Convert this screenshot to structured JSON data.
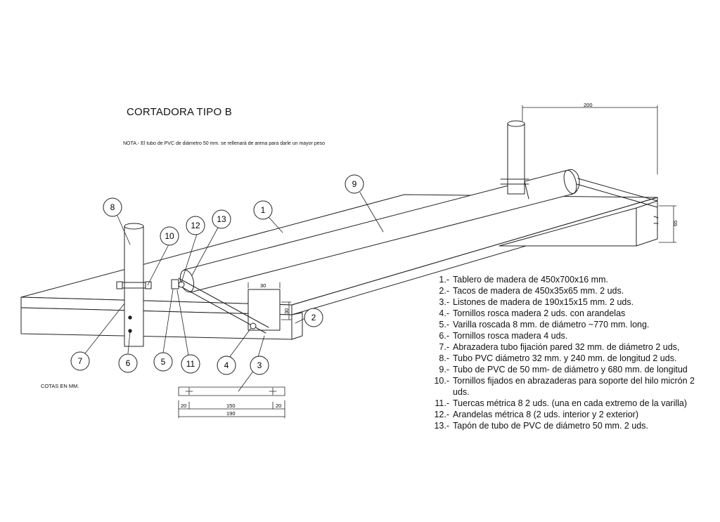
{
  "title": "CORTADORA TIPO B",
  "note": "NOTA.- El tubo de PVC de diámetro 50 mm. se rellenará de arena para darle un mayor peso",
  "units_label": "COTAS EN MM.",
  "dimensions": {
    "top_width": "200",
    "side_height": "65",
    "block_width": "30",
    "block_height": "30",
    "strip_left": "20",
    "strip_middle": "150",
    "strip_right": "20",
    "strip_total": "190"
  },
  "callouts": [
    "1",
    "2",
    "3",
    "4",
    "5",
    "6",
    "7",
    "8",
    "9",
    "10",
    "11",
    "12",
    "13"
  ],
  "parts": [
    {
      "num": "1.-",
      "text": "Tablero de madera de 450x700x16 mm."
    },
    {
      "num": "2.-",
      "text": "Tacos de madera de 450x35x65 mm. 2 uds."
    },
    {
      "num": "3.-",
      "text": "Listones de madera de 190x15x15 mm. 2 uds."
    },
    {
      "num": "4.-",
      "text": "Tornillos rosca madera 2 uds. con arandelas"
    },
    {
      "num": "5.-",
      "text": "Varilla roscada 8 mm. de diámetro ~770 mm. long."
    },
    {
      "num": "6.-",
      "text": "Tornillos rosca madera 4 uds."
    },
    {
      "num": "7.-",
      "text": "Abrazadera tubo fijación pared 32 mm. de diámetro 2 uds,"
    },
    {
      "num": "8.-",
      "text": "Tubo PVC diámetro 32 mm. y 240 mm. de longitud 2 uds."
    },
    {
      "num": "9.-",
      "text": "Tubo de PVC de 50 mm- de diámetro y 680 mm. de longitud"
    },
    {
      "num": "10.-",
      "text": "Tornillos fijados en abrazaderas para soporte del hilo micrón 2 uds."
    },
    {
      "num": "11.-",
      "text": "Tuercas métrica 8 2 uds. (una en cada extremo de la varilla)"
    },
    {
      "num": "12.-",
      "text": "Arandelas métrica 8 (2 uds. interior y 2 exterior)"
    },
    {
      "num": "13.-",
      "text": "Tapón de tubo de PVC de diámetro 50 mm. 2 uds."
    }
  ]
}
